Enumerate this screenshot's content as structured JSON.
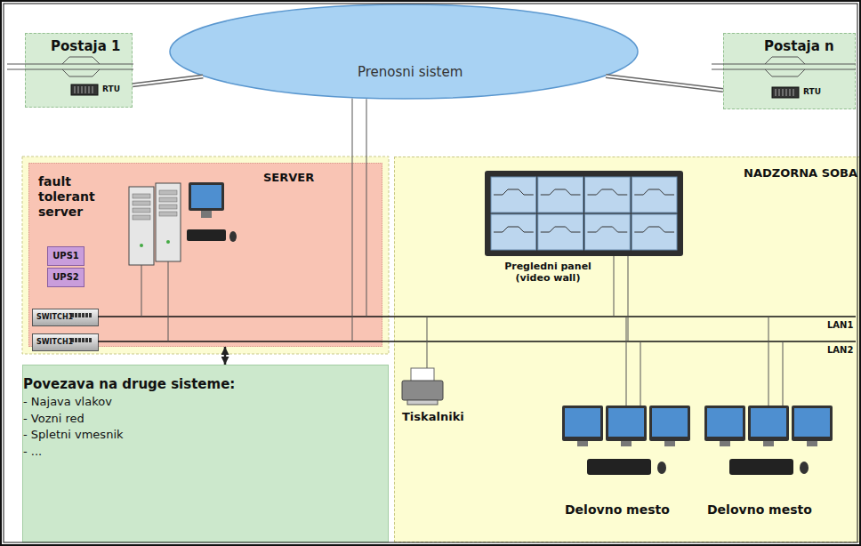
{
  "diagram": {
    "nodes": [
      {
        "text": [
          "Postaja 1",
          "RTU"
        ]
      },
      {
        "text": [
          "Prenosni sistem"
        ]
      },
      {
        "text": [
          "Postaja n",
          "RTU"
        ]
      },
      {
        "text": [
          "fault tolerant server",
          "SERVER"
        ]
      },
      {
        "text": [
          "UPS1"
        ],
        "in": 3
      },
      {
        "text": [
          "UPS2"
        ],
        "in": 3
      },
      {
        "text": [
          "SWITCH1"
        ],
        "in": 3
      },
      {
        "text": [
          "SWITCH1"
        ],
        "in": 3
      },
      {
        "text": [
          "NADZORNA SOBA"
        ]
      },
      {
        "text": [
          "Pregledni panel (video wall)"
        ],
        "in": 8
      },
      {
        "text": [
          "Tiskalniki"
        ],
        "in": 8
      },
      {
        "text": [
          "Delovno mesto"
        ],
        "in": 8
      },
      {
        "text": [
          "Delovno mesto"
        ],
        "in": 8
      },
      {
        "text": [
          "Povezava na druge sisteme:",
          "- Najava vlakov",
          "- Vozni red",
          "- Spletni vmesnik",
          "- ..."
        ]
      }
    ],
    "edges": [
      {
        "from": 0,
        "to": 1,
        "arrow": "none"
      },
      {
        "from": 1,
        "to": 2,
        "arrow": "none"
      },
      {
        "from": 3,
        "to": 13,
        "arrow": "both"
      }
    ],
    "labels": [
      "LAN1",
      "LAN2"
    ]
  }
}
